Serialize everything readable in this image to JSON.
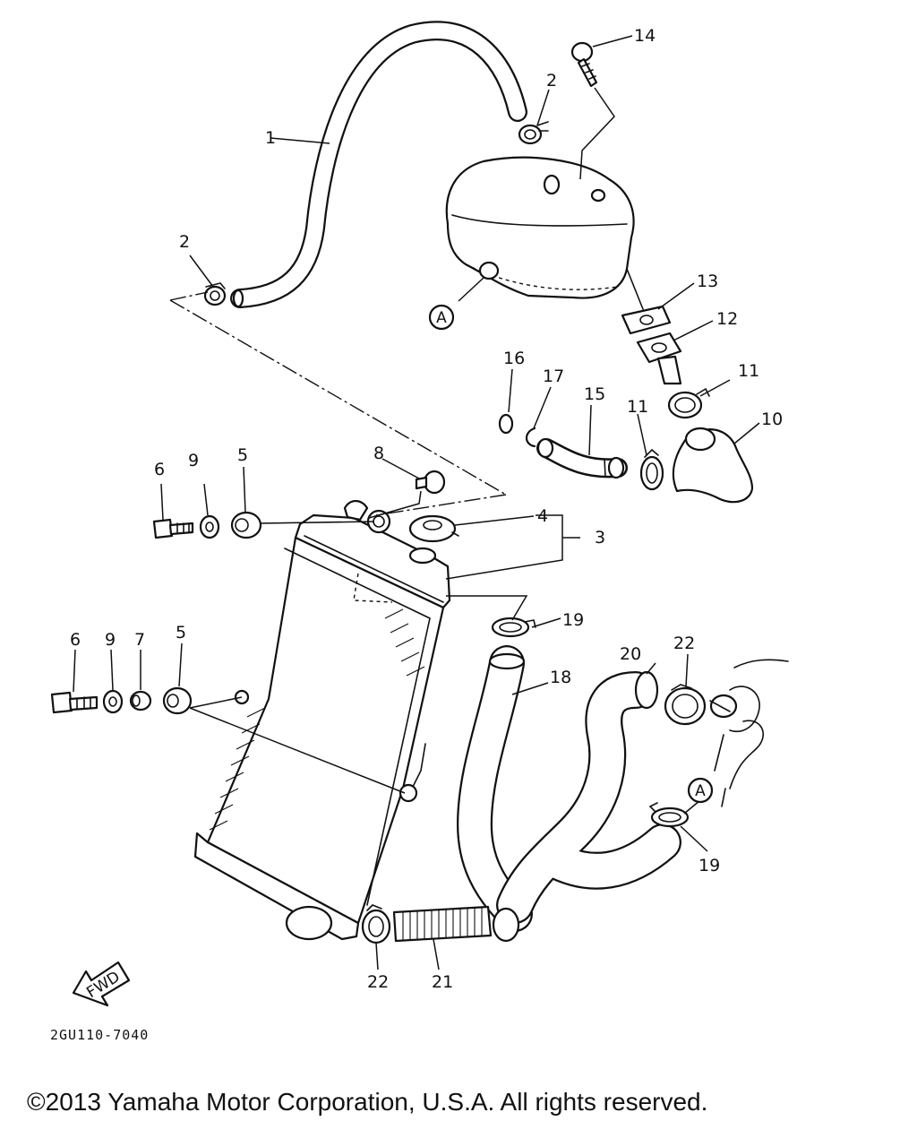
{
  "diagram_code": "2GU110-7040",
  "copyright": "©2013 Yamaha Motor Corporation, U.S.A. All rights reserved.",
  "fwd_label": "FWD",
  "ref_marker": "A",
  "callouts": [
    "1",
    "2",
    "2",
    "3",
    "4",
    "5",
    "5",
    "6",
    "6",
    "7",
    "8",
    "9",
    "9",
    "10",
    "11",
    "11",
    "12",
    "13",
    "14",
    "15",
    "16",
    "17",
    "18",
    "19",
    "19",
    "20",
    "21",
    "22",
    "22"
  ]
}
